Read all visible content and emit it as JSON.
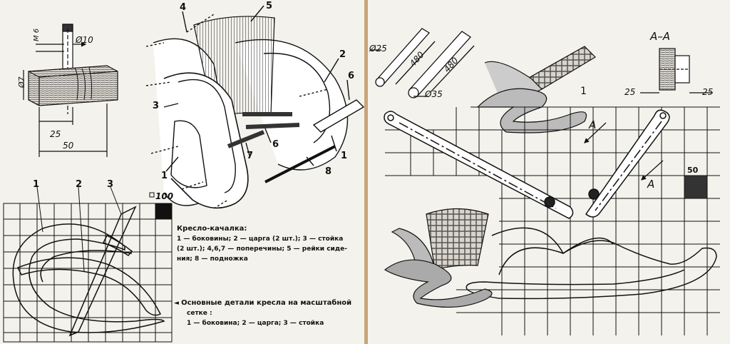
{
  "left_panel": {
    "joint_detail": {
      "labels": {
        "m6": "M 6",
        "d10": "Ø10",
        "d7": "Ø7",
        "dim25": "25",
        "dim50": "50"
      }
    },
    "exploded_view": {
      "callouts": {
        "c4": "4",
        "c5": "5",
        "c2": "2",
        "c6a": "6",
        "c3": "3",
        "c6b": "6",
        "c7": "7",
        "c1a": "1",
        "c1b": "1",
        "c8": "8"
      }
    },
    "grid": {
      "callouts": {
        "c1": "1",
        "c2": "2",
        "c3": "3"
      },
      "scale_label": "100"
    },
    "caption_rocking": {
      "title": "Кресло-качалка:",
      "line1": "1 — боковины; 2 — царга (2 шт.); 3 — стойка",
      "line2": "(2 шт.); 4,6,7 — поперечины; 5 — рейки сиде-",
      "line3": "ния; 8 — подножка"
    },
    "caption_parts": {
      "marker": "◄",
      "title": "Основные детали кресла на масштабной",
      "line1": "сетке :",
      "line2": "1 — боковина; 2 — царга; 3 — стойка"
    }
  },
  "right_panel": {
    "rods": {
      "d25": "Ø25",
      "d35": "Ø35",
      "len1": "480",
      "len2": "480"
    },
    "section": {
      "title": "А–А",
      "left": "25",
      "right": "25"
    },
    "markers": {
      "a1": "А",
      "a2": "А"
    },
    "view_number": "1",
    "scale_label": "50"
  },
  "colors": {
    "ink": "#111111",
    "paper": "#f4f2ec",
    "divider": "#c9a57a"
  }
}
